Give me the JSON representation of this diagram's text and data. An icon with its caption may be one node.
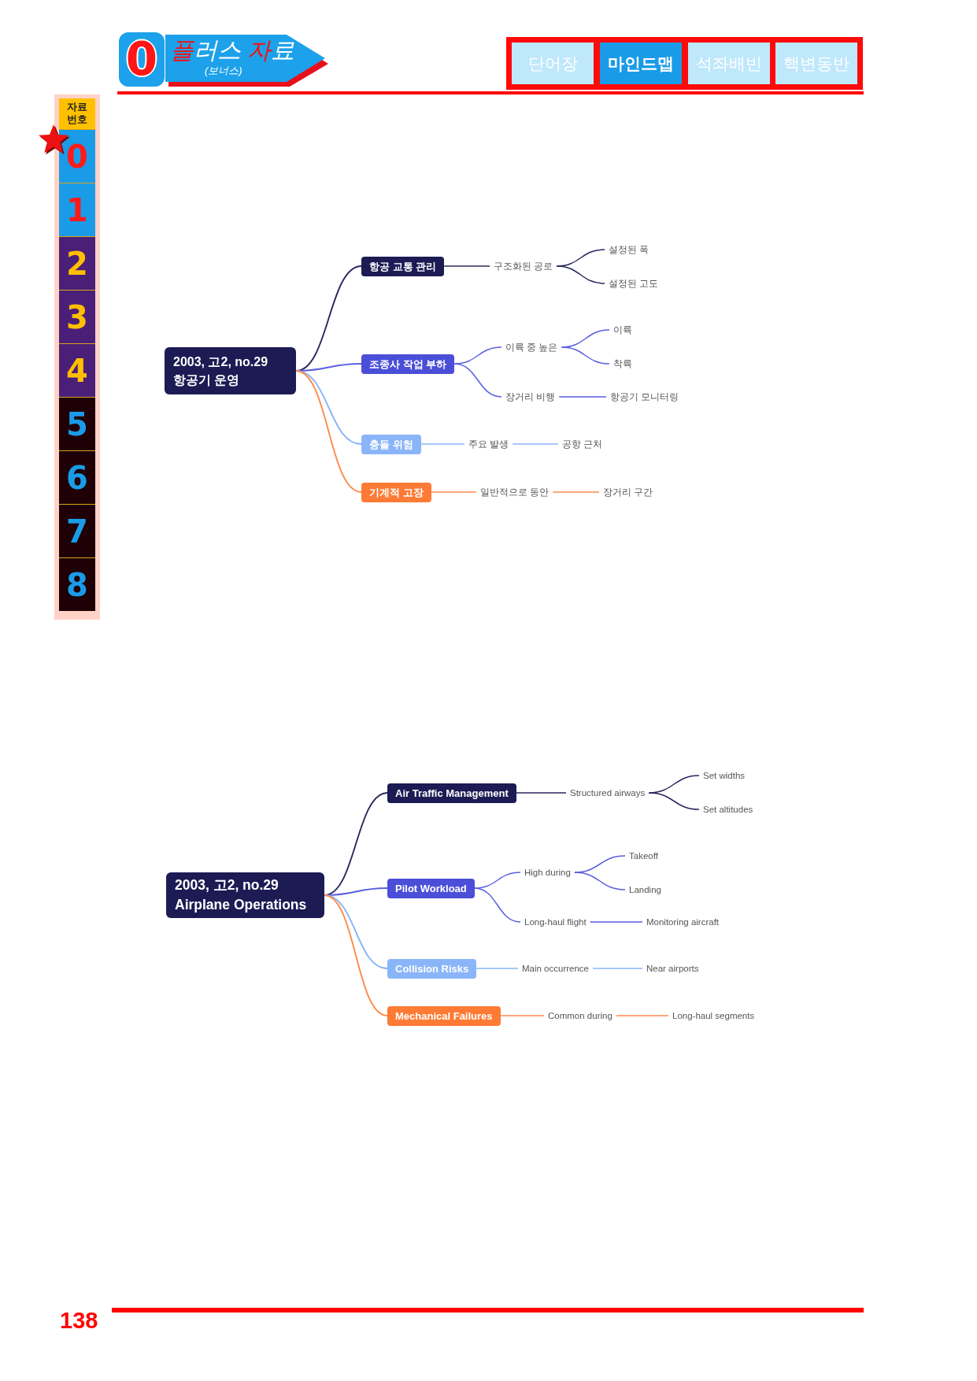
{
  "diagram": {
    "nodes": [
      {
        "text": [
          "0"
        ]
      },
      {
        "text": [
          "플러스 자료",
          "(보너스)"
        ]
      },
      {
        "text": [
          "단어장"
        ]
      },
      {
        "text": [
          "마인드맵"
        ]
      },
      {
        "text": [
          "석좌배빈"
        ]
      },
      {
        "text": [
          "핵변동반"
        ]
      },
      {
        "text": [
          "자료 번호"
        ]
      },
      {
        "text": [
          "0"
        ]
      },
      {
        "text": [
          "1"
        ]
      },
      {
        "text": [
          "2"
        ]
      },
      {
        "text": [
          "3"
        ]
      },
      {
        "text": [
          "4"
        ]
      },
      {
        "text": [
          "5"
        ]
      },
      {
        "text": [
          "6"
        ]
      },
      {
        "text": [
          "7"
        ]
      },
      {
        "text": [
          "8"
        ]
      },
      {
        "text": [
          "2003, 고2, no.29 항공기 운영"
        ]
      },
      {
        "text": [
          "항공 교통 관리"
        ]
      },
      {
        "text": [
          "구조화된 공로"
        ]
      },
      {
        "text": [
          "설정된 폭"
        ]
      },
      {
        "text": [
          "설정된 고도"
        ]
      },
      {
        "text": [
          "조종사 작업 부하"
        ]
      },
      {
        "text": [
          "이륙 중 높은"
        ]
      },
      {
        "text": [
          "이륙"
        ]
      },
      {
        "text": [
          "착륙"
        ]
      },
      {
        "text": [
          "장거리 비행"
        ]
      },
      {
        "text": [
          "항공기 모니터링"
        ]
      },
      {
        "text": [
          "충돌 위험"
        ]
      },
      {
        "text": [
          "주요 발생"
        ]
      },
      {
        "text": [
          "공항 근처"
        ]
      },
      {
        "text": [
          "기계적 고장"
        ]
      },
      {
        "text": [
          "일반적으로 동안"
        ]
      },
      {
        "text": [
          "장거리 구간"
        ]
      },
      {
        "text": [
          "2003, 고2, no.29 Airplane Operations"
        ]
      },
      {
        "text": [
          "Air Traffic Management"
        ]
      },
      {
        "text": [
          "Structured airways"
        ]
      },
      {
        "text": [
          "Set widths"
        ]
      },
      {
        "text": [
          "Set altitudes"
        ]
      },
      {
        "text": [
          "Pilot Workload"
        ]
      },
      {
        "text": [
          "High during"
        ]
      },
      {
        "text": [
          "Takeoff"
        ]
      },
      {
        "text": [
          "Landing"
        ]
      },
      {
        "text": [
          "Long-haul flight"
        ]
      },
      {
        "text": [
          "Monitoring aircraft"
        ]
      },
      {
        "text": [
          "Collision Risks"
        ]
      },
      {
        "text": [
          "Main occurrence"
        ]
      },
      {
        "text": [
          "Near airports"
        ]
      },
      {
        "text": [
          "Mechanical Failures"
        ]
      },
      {
        "text": [
          "Common during"
        ]
      },
      {
        "text": [
          "Long-haul segments"
        ]
      }
    ],
    "edges": [
      {
        "from": 16,
        "to": 17,
        "arrow": "none",
        "color": "#28285e"
      },
      {
        "from": 17,
        "to": 18,
        "arrow": "none",
        "color": "#28285e"
      },
      {
        "from": 18,
        "to": 19,
        "arrow": "none",
        "color": "#28285e"
      },
      {
        "from": 18,
        "to": 20,
        "arrow": "none",
        "color": "#28285e"
      },
      {
        "from": 16,
        "to": 21,
        "arrow": "none"
      },
      {
        "from": 21,
        "to": 22,
        "arrow": "none"
      },
      {
        "from": 22,
        "to": 23,
        "arrow": "none"
      },
      {
        "from": 22,
        "to": 24,
        "arrow": "none"
      },
      {
        "from": 21,
        "to": 25,
        "arrow": "none"
      },
      {
        "from": 25,
        "to": 26,
        "arrow": "none"
      },
      {
        "from": 16,
        "to": 27,
        "arrow": "none",
        "color": "#8ab5f8"
      },
      {
        "from": 27,
        "to": 28,
        "arrow": "none",
        "color": "#8ab5f8"
      },
      {
        "from": 28,
        "to": 29,
        "arrow": "none",
        "color": "#8ab5f8"
      },
      {
        "from": 16,
        "to": 30,
        "arrow": "none",
        "color": "#fd8a4a"
      },
      {
        "from": 30,
        "to": 31,
        "arrow": "none",
        "color": "#fd8a4a"
      },
      {
        "from": 31,
        "to": 32,
        "arrow": "none",
        "color": "#fd8a4a"
      },
      {
        "from": 33,
        "to": 34,
        "arrow": "none",
        "color": "#28285e"
      },
      {
        "from": 34,
        "to": 35,
        "arrow": "none",
        "color": "#28285e"
      },
      {
        "from": 35,
        "to": 36,
        "arrow": "none",
        "color": "#28285e"
      },
      {
        "from": 35,
        "to": 37,
        "arrow": "none",
        "color": "#28285e"
      },
      {
        "from": 33,
        "to": 38,
        "arrow": "none"
      },
      {
        "from": 38,
        "to": 39,
        "arrow": "none"
      },
      {
        "from": 39,
        "to": 40,
        "arrow": "none"
      },
      {
        "from": 39,
        "to": 41,
        "arrow": "none"
      },
      {
        "from": 38,
        "to": 42,
        "arrow": "none"
      },
      {
        "from": 42,
        "to": 43,
        "arrow": "none"
      },
      {
        "from": 33,
        "to": 44,
        "arrow": "none",
        "color": "#8ab5f8"
      },
      {
        "from": 44,
        "to": 45,
        "arrow": "none",
        "color": "#8ab5f8"
      },
      {
        "from": 45,
        "to": 46,
        "arrow": "none",
        "color": "#8ab5f8"
      },
      {
        "from": 33,
        "to": 47,
        "arrow": "none",
        "color": "#fd8a4a"
      },
      {
        "from": 47,
        "to": 48,
        "arrow": "none",
        "color": "#fd8a4a"
      },
      {
        "from": 48,
        "to": 49,
        "arrow": "none",
        "color": "#fd8a4a"
      }
    ],
    "labels": [
      "138"
    ]
  }
}
